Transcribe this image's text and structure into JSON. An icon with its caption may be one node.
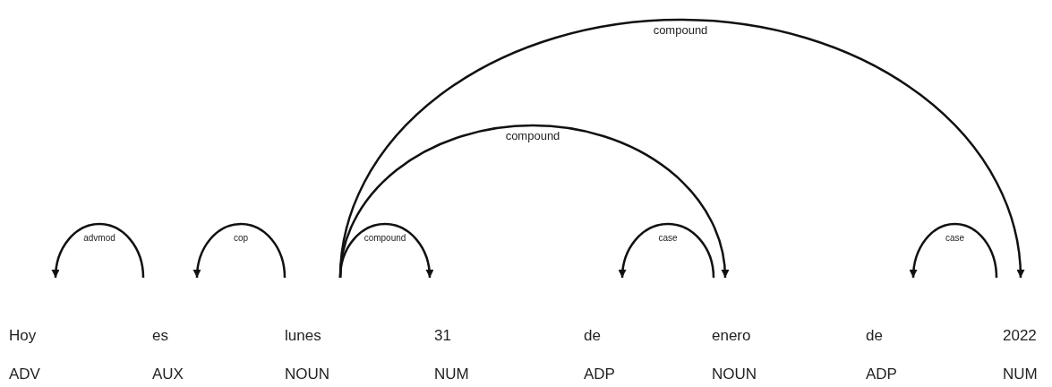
{
  "diagram": {
    "nodes": [
      {
        "text": [
          "Hoy",
          "ADV"
        ]
      },
      {
        "text": [
          "es",
          "AUX"
        ]
      },
      {
        "text": [
          "lunes",
          "NOUN"
        ]
      },
      {
        "text": [
          "31",
          "NUM"
        ]
      },
      {
        "text": [
          "de",
          "ADP"
        ]
      },
      {
        "text": [
          "enero",
          "NOUN"
        ]
      },
      {
        "text": [
          "de",
          "ADP"
        ]
      },
      {
        "text": [
          "2022",
          "NUM"
        ]
      }
    ],
    "edges": [
      {
        "from": 1,
        "to": 0,
        "arrow": "to",
        "label": "advmod"
      },
      {
        "from": 2,
        "to": 1,
        "arrow": "to",
        "label": "cop"
      },
      {
        "from": 2,
        "to": 3,
        "arrow": "to",
        "label": "compound"
      },
      {
        "from": 5,
        "to": 4,
        "arrow": "to",
        "label": "case"
      },
      {
        "from": 7,
        "to": 6,
        "arrow": "to",
        "label": "case"
      },
      {
        "from": 2,
        "to": 5,
        "arrow": "to",
        "label": "compound"
      },
      {
        "from": 2,
        "to": 7,
        "arrow": "to",
        "label": "compound"
      }
    ]
  }
}
